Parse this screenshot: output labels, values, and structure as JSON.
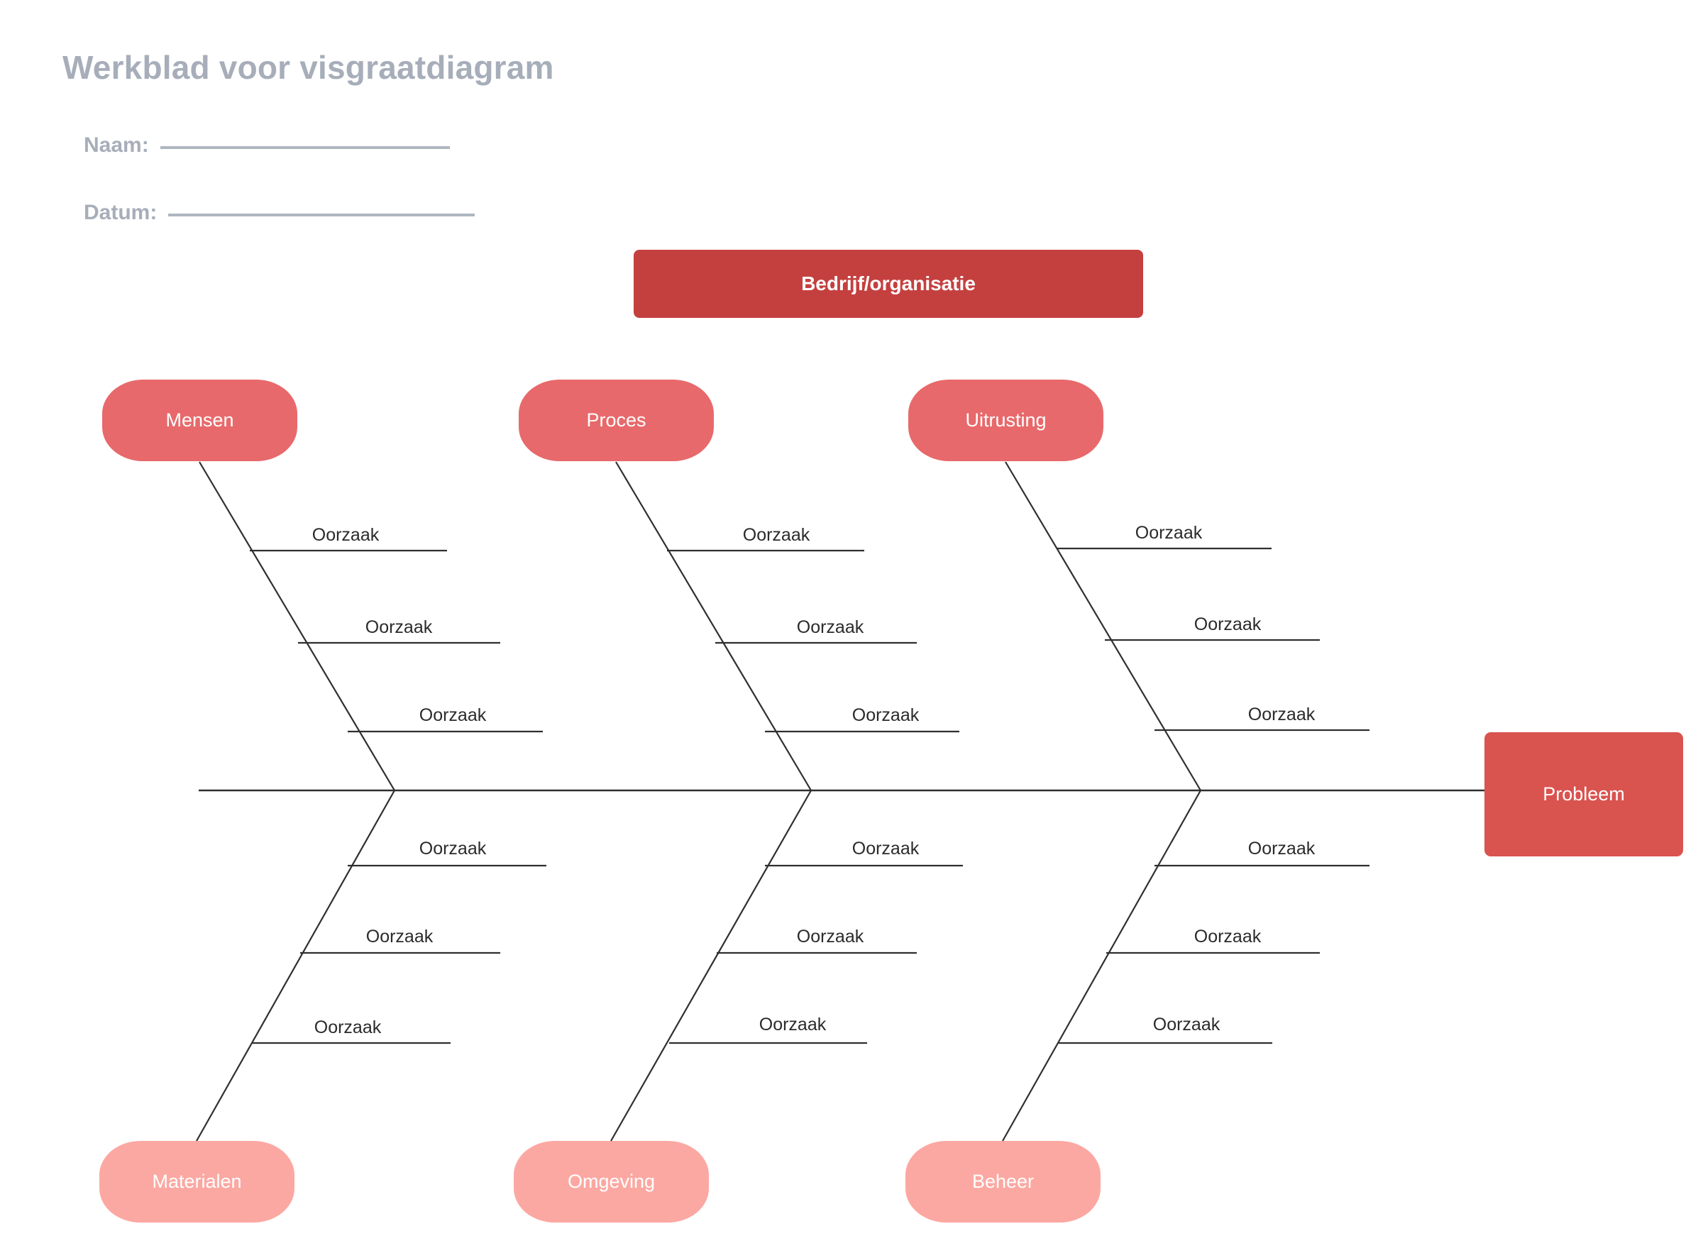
{
  "header": {
    "title": "Werkblad voor visgraatdiagram",
    "fields": [
      {
        "label": "Naam:"
      },
      {
        "label": "Datum:"
      }
    ]
  },
  "banner": {
    "label": "Bedrijf/organisatie"
  },
  "problem": {
    "label": "Probleem"
  },
  "colors": {
    "title": "#a7aeba",
    "field_label": "#a7aeba",
    "field_rule": "#aeb6c1",
    "banner_bg": "#c4403f",
    "pill_top_bg": "#e8696b",
    "pill_bottom_bg": "#fca8a2",
    "problem_bg": "#d9534f",
    "bone_line": "#2f2f2f",
    "text_on_fill": "#ffffff",
    "cause_text": "#2b2b2b",
    "page_bg": "#ffffff"
  },
  "categories": {
    "top": [
      {
        "label": "Mensen"
      },
      {
        "label": "Proces"
      },
      {
        "label": "Uitrusting"
      }
    ],
    "bottom": [
      {
        "label": "Materialen"
      },
      {
        "label": "Omgeving"
      },
      {
        "label": "Beheer"
      }
    ]
  },
  "causes": {
    "default_label": "Oorzaak",
    "mensen": [
      "Oorzaak",
      "Oorzaak",
      "Oorzaak"
    ],
    "proces": [
      "Oorzaak",
      "Oorzaak",
      "Oorzaak"
    ],
    "uitrusting": [
      "Oorzaak",
      "Oorzaak",
      "Oorzaak"
    ],
    "materialen": [
      "Oorzaak",
      "Oorzaak",
      "Oorzaak"
    ],
    "omgeving": [
      "Oorzaak",
      "Oorzaak",
      "Oorzaak"
    ],
    "beheer": [
      "Oorzaak",
      "Oorzaak",
      "Oorzaak"
    ]
  },
  "chart_data": {
    "type": "diagram",
    "diagram_type": "fishbone",
    "title": "Werkblad voor visgraatdiagram",
    "effect": "Probleem",
    "context": "Bedrijf/organisatie",
    "branches": [
      {
        "name": "Mensen",
        "side": "top",
        "column": 1,
        "causes": [
          "Oorzaak",
          "Oorzaak",
          "Oorzaak"
        ]
      },
      {
        "name": "Proces",
        "side": "top",
        "column": 2,
        "causes": [
          "Oorzaak",
          "Oorzaak",
          "Oorzaak"
        ]
      },
      {
        "name": "Uitrusting",
        "side": "top",
        "column": 3,
        "causes": [
          "Oorzaak",
          "Oorzaak",
          "Oorzaak"
        ]
      },
      {
        "name": "Materialen",
        "side": "bottom",
        "column": 1,
        "causes": [
          "Oorzaak",
          "Oorzaak",
          "Oorzaak"
        ]
      },
      {
        "name": "Omgeving",
        "side": "bottom",
        "column": 2,
        "causes": [
          "Oorzaak",
          "Oorzaak",
          "Oorzaak"
        ]
      },
      {
        "name": "Beheer",
        "side": "bottom",
        "column": 3,
        "causes": [
          "Oorzaak",
          "Oorzaak",
          "Oorzaak"
        ]
      }
    ]
  }
}
